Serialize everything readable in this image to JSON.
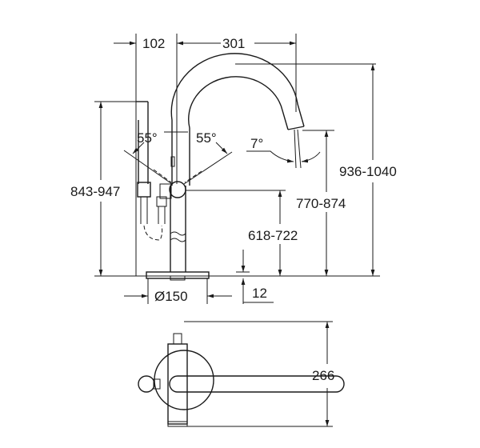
{
  "diagram": {
    "title": "Freestanding bath mixer technical drawing",
    "views": [
      "side-elevation",
      "top-plan"
    ],
    "dimensions": {
      "handshower_offset": "102",
      "spout_reach": "301",
      "handle_angle_left": "55°",
      "handle_angle_right": "55°",
      "spout_tilt": "7°",
      "handshower_height": "843-947",
      "spout_outlet_height": "770-874",
      "overall_height": "936-1040",
      "handle_height": "618-722",
      "base_plate_thickness": "12",
      "base_diameter": "Ø150",
      "plan_width": "266"
    }
  }
}
